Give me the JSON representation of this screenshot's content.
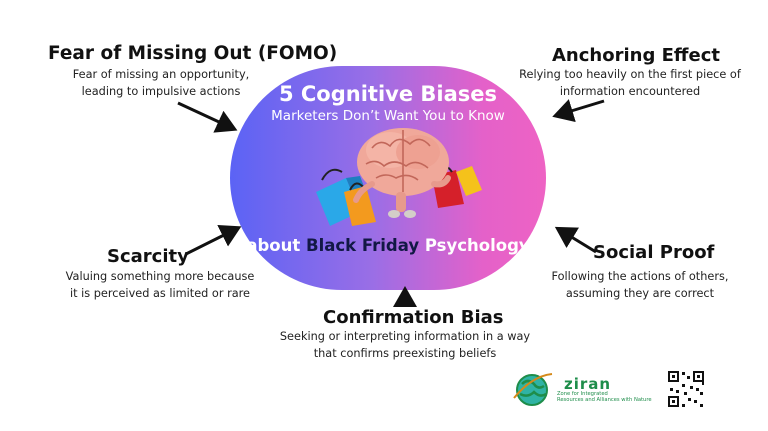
{
  "title": "5 Cognitive Biases",
  "subtitle": "Marketers Don’t Want You to Know",
  "bottom_line": {
    "part1": "about",
    "part2": "Black Friday",
    "part3": "Psychology"
  },
  "biases": [
    {
      "name": "Fear of Missing Out (FOMO)",
      "desc_line1": "Fear of missing an opportunity,",
      "desc_line2": "leading to impulsive actions"
    },
    {
      "name": "Anchoring Effect",
      "desc_line1": "Relying too heavily on the first piece of",
      "desc_line2": "information encountered"
    },
    {
      "name": "Scarcity",
      "desc_line1": "Valuing something more because",
      "desc_line2": "it is perceived as limited or rare"
    },
    {
      "name": "Social Proof",
      "desc_line1": "Following the actions of others,",
      "desc_line2": "assuming they are correct"
    },
    {
      "name": "Confirmation Bias",
      "desc_line1": "Seeking or interpreting information in a way",
      "desc_line2": "that confirms preexisting beliefs"
    }
  ],
  "brand": {
    "name": "ziran",
    "tagline1": "Zone for Integrated",
    "tagline2": "Resources and Alliances with Nature"
  },
  "colors": {
    "gradient_start": "#5b63f5",
    "gradient_end": "#ee63c4",
    "highlight_text": "#121845",
    "brand_green": "#1e8d4a"
  },
  "icons": [
    "brain-with-shopping-bags-illustration",
    "ziran-globe-logo",
    "qr-code-icon"
  ]
}
